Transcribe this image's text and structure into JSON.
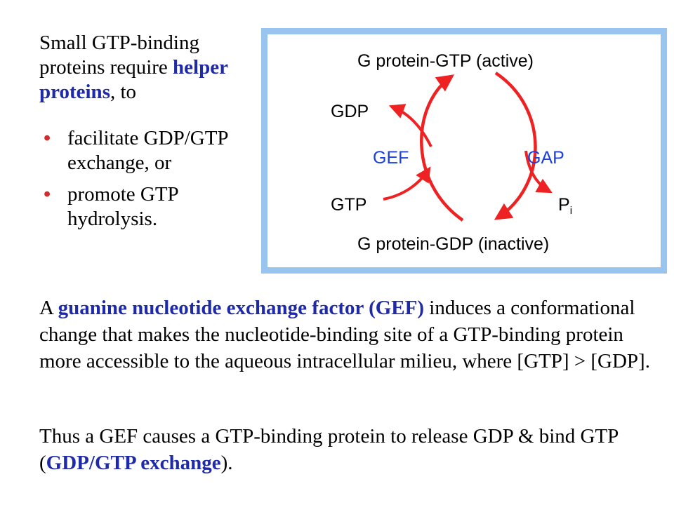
{
  "intro": {
    "line_pre": "Small GTP-binding proteins require ",
    "highlight": "helper proteins",
    "line_post": ", to"
  },
  "bullets": [
    {
      "marker": "•",
      "text": "facilitate GDP/GTP exchange, or"
    },
    {
      "marker": "•",
      "text": "promote GTP hydrolysis."
    }
  ],
  "diagram": {
    "top_label": "G protein-GTP (active)",
    "bottom_label": "G protein-GDP (inactive)",
    "gdp": "GDP",
    "gtp": "GTP",
    "gef": "GEF",
    "gap": "GAP",
    "pi_main": "P",
    "pi_sub": "i",
    "colors": {
      "arrow": "#ee2222",
      "enzyme_label": "#1d3fe0",
      "panel_border": "#99c4ef",
      "highlight_text": "#1f2aa8"
    }
  },
  "para1": {
    "pre": "A ",
    "highlight": "guanine nucleotide exchange factor (GEF)",
    "post": " induces a conformational change that makes the nucleotide-binding site of a GTP-binding protein more accessible to the aqueous intracellular milieu, where [GTP] > [GDP]."
  },
  "para2": {
    "pre": "Thus a GEF causes a GTP-binding protein to release GDP & bind GTP (",
    "highlight": "GDP/GTP exchange",
    "post": ")."
  }
}
